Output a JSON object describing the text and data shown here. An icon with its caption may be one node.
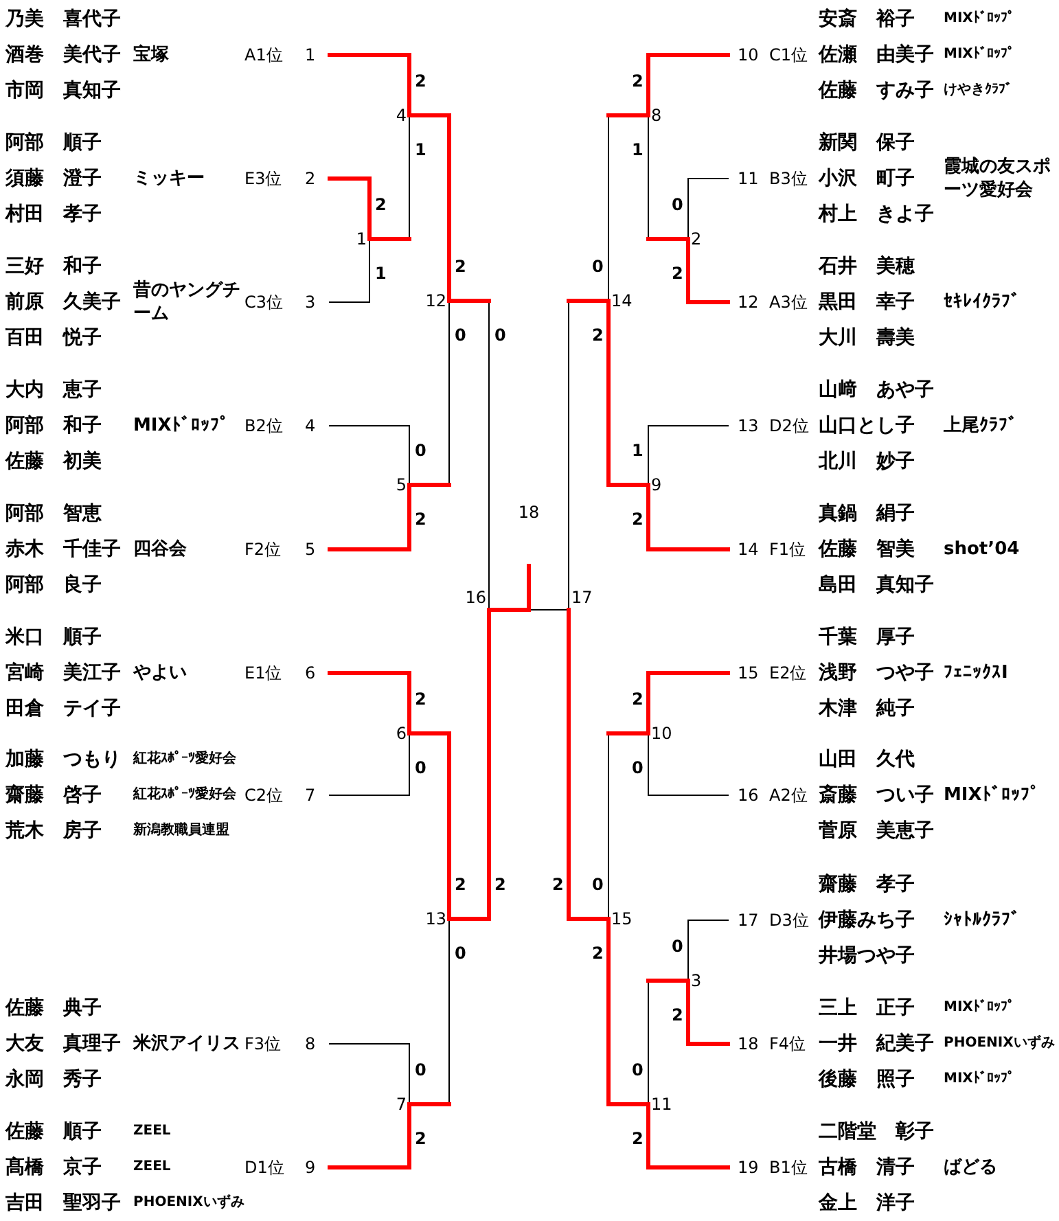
{
  "diagram": {
    "nodes": [
      {
        "text": [
          "乃美　喜代子",
          "酒巻　美代子",
          "市岡　真知子",
          "宝塚",
          "A1位",
          "1"
        ]
      },
      {
        "text": [
          "阿部　順子",
          "須藤　澄子",
          "村田　孝子",
          "ミッキー",
          "E3位",
          "2"
        ]
      },
      {
        "text": [
          "三好　和子",
          "前原　久美子",
          "百田　悦子",
          "昔のヤングチーム",
          "C3位",
          "3"
        ]
      },
      {
        "text": [
          "大内　恵子",
          "阿部　和子",
          "佐藤　初美",
          "MIXﾄﾞﾛｯﾌﾟ",
          "B2位",
          "4"
        ]
      },
      {
        "text": [
          "阿部　智恵",
          "赤木　千佳子",
          "阿部　良子",
          "四谷会",
          "F2位",
          "5"
        ]
      },
      {
        "text": [
          "米口　順子",
          "宮崎　美江子",
          "田倉　テイ子",
          "やよい",
          "E1位",
          "6"
        ]
      },
      {
        "text": [
          "加藤　つもり",
          "齋藤　啓子",
          "荒木　房子",
          "紅花ｽﾎﾟｰﾂ愛好会",
          "紅花ｽﾎﾟｰﾂ愛好会",
          "新潟教職員連盟",
          "C2位",
          "7"
        ]
      },
      {
        "text": [
          "佐藤　典子",
          "大友　真理子",
          "永岡　秀子",
          "米沢アイリス",
          "F3位",
          "8"
        ]
      },
      {
        "text": [
          "佐藤　順子",
          "髙橋　京子",
          "吉田　聖羽子",
          "ZEEL",
          "ZEEL",
          "PHOENIXいずみ",
          "D1位",
          "9"
        ]
      },
      {
        "text": [
          "10",
          "C1位",
          "安斎　裕子",
          "佐瀬　由美子",
          "佐藤　すみ子",
          "MIXﾄﾞﾛｯﾌﾟ",
          "MIXﾄﾞﾛｯﾌﾟ",
          "けやきｸﾗﾌﾞ"
        ]
      },
      {
        "text": [
          "11",
          "B3位",
          "新関　保子",
          "小沢　町子",
          "村上　きよ子",
          "霞城の友スポーツ愛好会"
        ]
      },
      {
        "text": [
          "12",
          "A3位",
          "石井　美穂",
          "黒田　幸子",
          "大川　壽美",
          "ｾｷﾚｲｸﾗﾌﾞ"
        ]
      },
      {
        "text": [
          "13",
          "D2位",
          "山﨑　あや子",
          "山口とし子",
          "北川　妙子",
          "上尾ｸﾗﾌﾞ"
        ]
      },
      {
        "text": [
          "14",
          "F1位",
          "真鍋　絹子",
          "佐藤　智美",
          "島田　真知子",
          "shot’04"
        ]
      },
      {
        "text": [
          "15",
          "E2位",
          "千葉　厚子",
          "浅野　つや子",
          "木津　純子",
          "ﾌｪﾆｯｸｽⅠ"
        ]
      },
      {
        "text": [
          "16",
          "A2位",
          "山田　久代",
          "斎藤　つい子",
          "菅原　美恵子",
          "MIXﾄﾞﾛｯﾌﾟ"
        ]
      },
      {
        "text": [
          "17",
          "D3位",
          "齋藤　孝子",
          "伊藤みち子",
          "井場つや子",
          "ｼｬﾄﾙｸﾗﾌﾞ"
        ]
      },
      {
        "text": [
          "18",
          "F4位",
          "三上　正子",
          "一井　紀美子",
          "後藤　照子",
          "MIXﾄﾞﾛｯﾌﾟ",
          "PHOENIXいずみ",
          "MIXﾄﾞﾛｯﾌﾟ"
        ]
      },
      {
        "text": [
          "19",
          "B1位",
          "二階堂　彰子",
          "古橋　清子",
          "金上　洋子",
          "ばどる"
        ]
      },
      {
        "text": [
          "1"
        ]
      },
      {
        "text": [
          "2"
        ]
      },
      {
        "text": [
          "3"
        ]
      },
      {
        "text": [
          "4"
        ]
      },
      {
        "text": [
          "5"
        ]
      },
      {
        "text": [
          "6"
        ]
      },
      {
        "text": [
          "7"
        ]
      },
      {
        "text": [
          "8"
        ]
      },
      {
        "text": [
          "9"
        ]
      },
      {
        "text": [
          "10"
        ]
      },
      {
        "text": [
          "11"
        ]
      },
      {
        "text": [
          "12"
        ]
      },
      {
        "text": [
          "13"
        ]
      },
      {
        "text": [
          "14"
        ]
      },
      {
        "text": [
          "15"
        ]
      },
      {
        "text": [
          "16"
        ]
      },
      {
        "text": [
          "17"
        ]
      },
      {
        "text": [
          "18"
        ]
      }
    ],
    "edges": [
      {
        "from": 1,
        "to": 19,
        "arrow": "none",
        "label": "2",
        "style": "thick",
        "color": "#ff0000"
      },
      {
        "from": 2,
        "to": 19,
        "arrow": "none",
        "label": "1",
        "color": "#000000"
      },
      {
        "from": 0,
        "to": 22,
        "arrow": "none",
        "label": "2",
        "style": "thick",
        "color": "#ff0000"
      },
      {
        "from": 19,
        "to": 22,
        "arrow": "none",
        "label": "1",
        "color": "#000000"
      },
      {
        "from": 3,
        "to": 23,
        "arrow": "none",
        "label": "0",
        "color": "#000000"
      },
      {
        "from": 4,
        "to": 23,
        "arrow": "none",
        "label": "2",
        "style": "thick",
        "color": "#ff0000"
      },
      {
        "from": 22,
        "to": 30,
        "arrow": "none",
        "label": "2",
        "style": "thick",
        "color": "#ff0000"
      },
      {
        "from": 23,
        "to": 30,
        "arrow": "none",
        "label": "0",
        "color": "#000000"
      },
      {
        "from": 5,
        "to": 24,
        "arrow": "none",
        "label": "2",
        "style": "thick",
        "color": "#ff0000"
      },
      {
        "from": 6,
        "to": 24,
        "arrow": "none",
        "label": "0",
        "color": "#000000"
      },
      {
        "from": 7,
        "to": 25,
        "arrow": "none",
        "label": "0",
        "color": "#000000"
      },
      {
        "from": 8,
        "to": 25,
        "arrow": "none",
        "label": "2",
        "style": "thick",
        "color": "#ff0000"
      },
      {
        "from": 24,
        "to": 31,
        "arrow": "none",
        "label": "2",
        "style": "thick",
        "color": "#ff0000"
      },
      {
        "from": 25,
        "to": 31,
        "arrow": "none",
        "label": "0",
        "color": "#000000"
      },
      {
        "from": 30,
        "to": 34,
        "arrow": "none",
        "label": "0",
        "color": "#000000"
      },
      {
        "from": 31,
        "to": 34,
        "arrow": "none",
        "label": "2",
        "style": "thick",
        "color": "#ff0000"
      },
      {
        "from": 10,
        "to": 20,
        "arrow": "none",
        "label": "0",
        "color": "#000000"
      },
      {
        "from": 11,
        "to": 20,
        "arrow": "none",
        "label": "2",
        "style": "thick",
        "color": "#ff0000"
      },
      {
        "from": 9,
        "to": 26,
        "arrow": "none",
        "label": "2",
        "style": "thick",
        "color": "#ff0000"
      },
      {
        "from": 20,
        "to": 26,
        "arrow": "none",
        "label": "1",
        "color": "#000000"
      },
      {
        "from": 12,
        "to": 27,
        "arrow": "none",
        "label": "1",
        "color": "#000000"
      },
      {
        "from": 13,
        "to": 27,
        "arrow": "none",
        "label": "2",
        "style": "thick",
        "color": "#ff0000"
      },
      {
        "from": 26,
        "to": 32,
        "arrow": "none",
        "label": "0",
        "color": "#000000"
      },
      {
        "from": 27,
        "to": 32,
        "arrow": "none",
        "label": "2",
        "style": "thick",
        "color": "#ff0000"
      },
      {
        "from": 14,
        "to": 28,
        "arrow": "none",
        "label": "2",
        "style": "thick",
        "color": "#ff0000"
      },
      {
        "from": 15,
        "to": 28,
        "arrow": "none",
        "label": "0",
        "color": "#000000"
      },
      {
        "from": 16,
        "to": 21,
        "arrow": "none",
        "label": "0",
        "color": "#000000"
      },
      {
        "from": 17,
        "to": 21,
        "arrow": "none",
        "label": "2",
        "style": "thick",
        "color": "#ff0000"
      },
      {
        "from": 21,
        "to": 29,
        "arrow": "none",
        "label": "0",
        "color": "#000000"
      },
      {
        "from": 18,
        "to": 29,
        "arrow": "none",
        "label": "2",
        "style": "thick",
        "color": "#ff0000"
      },
      {
        "from": 28,
        "to": 33,
        "arrow": "none",
        "label": "0",
        "color": "#000000"
      },
      {
        "from": 29,
        "to": 33,
        "arrow": "none",
        "label": "2",
        "style": "thick",
        "color": "#ff0000"
      },
      {
        "from": 32,
        "to": 35,
        "arrow": "none",
        "color": "#000000"
      },
      {
        "from": 33,
        "to": 35,
        "arrow": "none",
        "label": "2",
        "style": "thick",
        "color": "#ff0000"
      },
      {
        "from": 34,
        "to": 36,
        "arrow": "none",
        "style": "thick",
        "color": "#ff0000"
      },
      {
        "from": 35,
        "to": 36,
        "arrow": "none",
        "color": "#000000"
      }
    ]
  }
}
